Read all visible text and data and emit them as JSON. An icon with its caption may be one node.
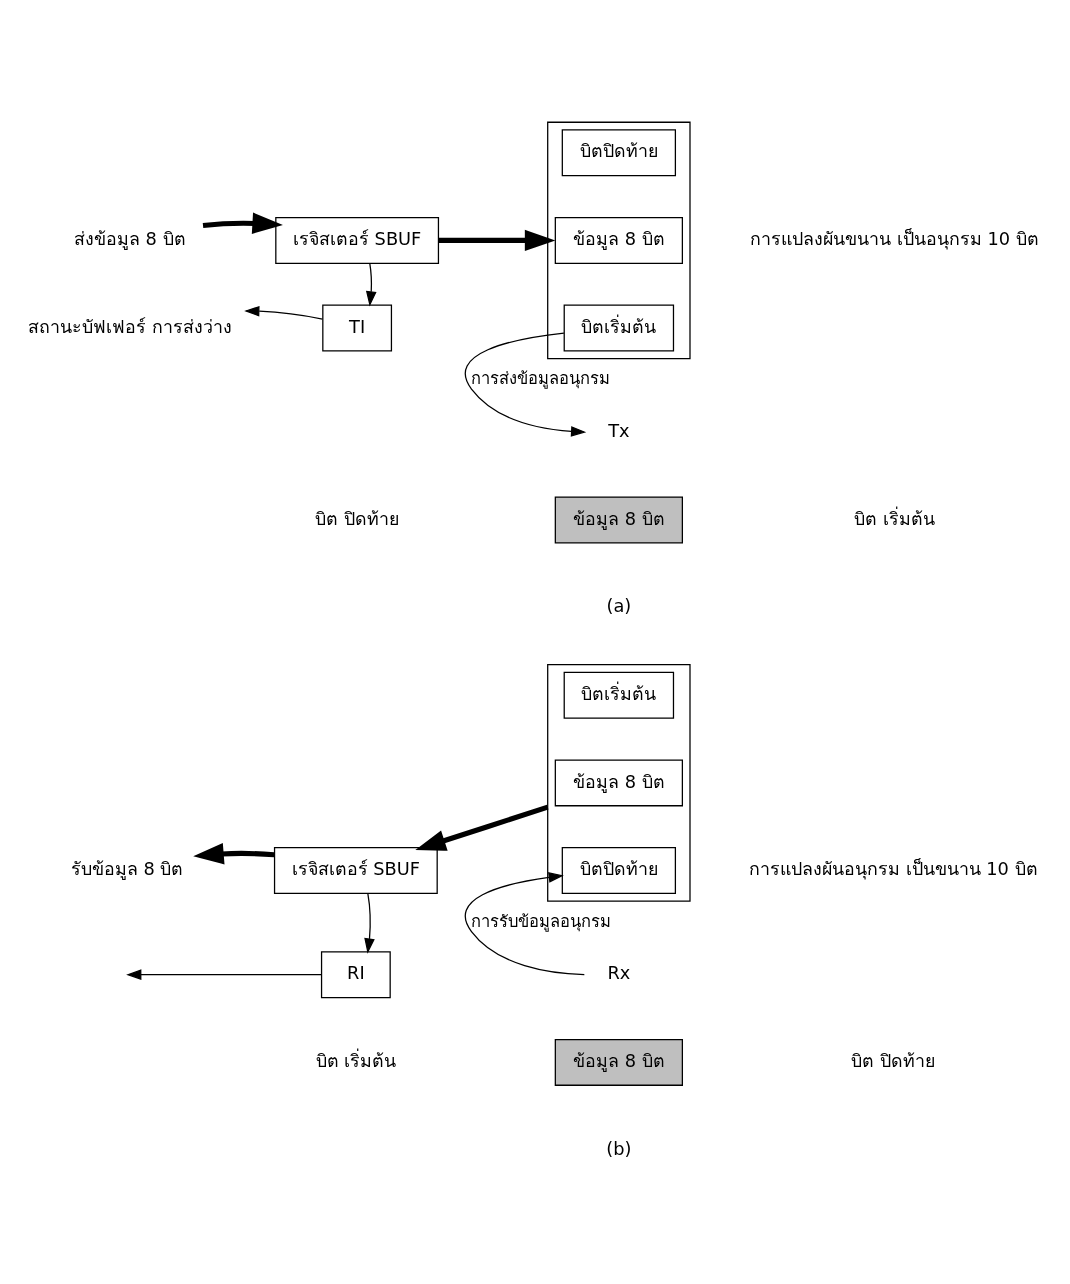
{
  "diagram": {
    "nodes": [
      {
        "text": [
          "ส่งข้อมูล 8 บิต"
        ]
      },
      {
        "text": [
          "เรจิสเตอร์ SBUF"
        ]
      },
      {
        "text": [],
        "shape": "box",
        "beside": [
          "การแปลงผันขนาน เป็นอนุกรม 10 บิต"
        ]
      },
      {
        "text": [
          "บิตปิดท้าย"
        ],
        "in": 2
      },
      {
        "text": [
          "ข้อมูล 8 บิต"
        ],
        "in": 2
      },
      {
        "text": [
          "บิตเริ่มต้น"
        ],
        "in": 2
      },
      {
        "text": [
          "TI"
        ]
      },
      {
        "text": [
          "สถานะบัฟเฟอร์ การส่งว่าง"
        ]
      },
      {
        "text": [
          "Tx"
        ]
      },
      {
        "text": [
          "ข้อมูล 8 บิต"
        ]
      },
      {
        "text": [
          "รับข้อมูล 8 บิต"
        ]
      },
      {
        "text": [
          "เรจิสเตอร์ SBUF"
        ]
      },
      {
        "text": [],
        "shape": "box",
        "beside": [
          "การแปลงผันอนุกรม เป็นขนาน 10 บิต"
        ]
      },
      {
        "text": [
          "บิตเริ่มต้น"
        ],
        "in": 12
      },
      {
        "text": [
          "ข้อมูล 8 บิต"
        ],
        "in": 12
      },
      {
        "text": [
          "บิตปิดท้าย"
        ],
        "in": 12
      },
      {
        "text": [
          "RI"
        ]
      },
      {
        "text": [
          "Rx"
        ]
      },
      {
        "text": [
          "ข้อมูล 8 บิต"
        ]
      }
    ],
    "edges": [
      {
        "from": 0,
        "to": 1,
        "arrow": "to",
        "style": "thick"
      },
      {
        "from": 1,
        "to": 2,
        "arrow": "to",
        "style": "thick"
      },
      {
        "from": 1,
        "to": 6,
        "arrow": "to"
      },
      {
        "from": 6,
        "to": 7,
        "arrow": "to"
      },
      {
        "from": 5,
        "to": 8,
        "arrow": "to",
        "label": "การส่งข้อมูลอนุกรม"
      },
      {
        "from": 11,
        "to": 10,
        "arrow": "to",
        "style": "thick"
      },
      {
        "from": 12,
        "to": 11,
        "arrow": "to",
        "style": "thick"
      },
      {
        "from": 11,
        "to": 16,
        "arrow": "to"
      },
      {
        "from": 16,
        "to": null,
        "arrow": "to"
      },
      {
        "from": 17,
        "to": 15,
        "arrow": "to",
        "label": "การรับข้อมูลอนุกรม"
      }
    ],
    "labels": [
      "บิต ปิดท้าย",
      "บิต เริ่มต้น",
      "(a)",
      "บิต เริ่มต้น",
      "บิต ปิดท้าย",
      "(b)"
    ]
  }
}
